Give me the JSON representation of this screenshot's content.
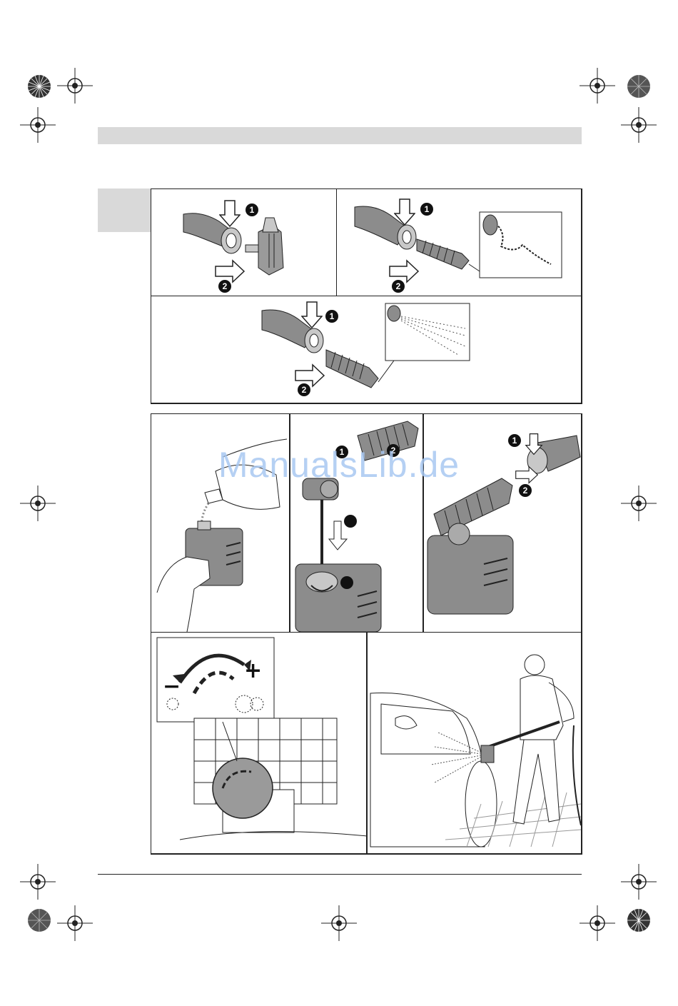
{
  "watermark": "ManualsLib.de",
  "steps": {
    "one": "1",
    "two": "2"
  },
  "dial": {
    "minus": "−",
    "plus": "+"
  },
  "icons": {
    "registration": "registration-mark-icon",
    "starburst": "color-starburst-icon",
    "press_arrow": "press-arrow-icon",
    "push_arrow": "push-arrow-icon"
  },
  "colors": {
    "band": "#d9d9d9",
    "line": "#222222",
    "watermark": "#a9c8f2",
    "body_gray": "#8c8c8c",
    "light_gray": "#c8c8c8"
  }
}
